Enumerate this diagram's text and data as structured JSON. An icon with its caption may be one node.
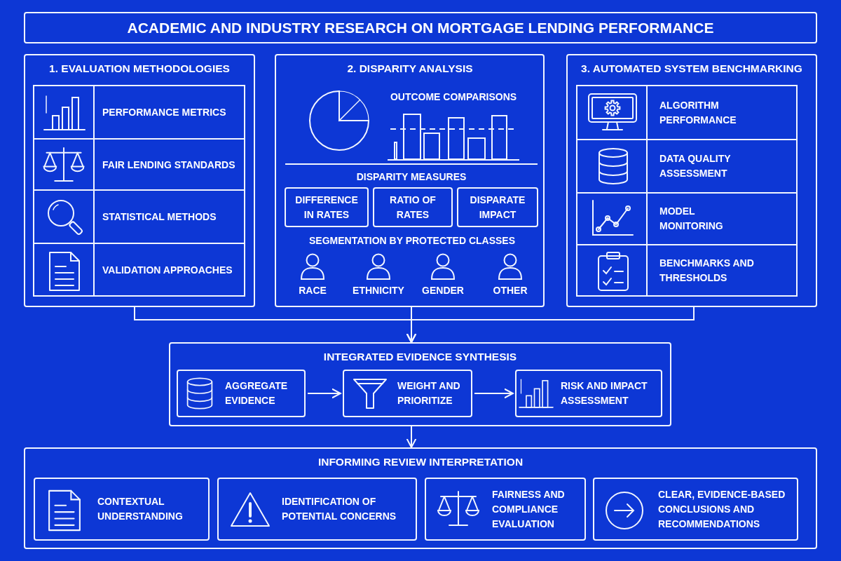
{
  "diagram": {
    "title": "ACADEMIC AND INDUSTRY RESEARCH ON MORTGAGE LENDING PERFORMANCE",
    "nodes": [
      {
        "text": [
          "1. EVALUATION METHODOLOGIES"
        ]
      },
      {
        "text": [
          "PERFORMANCE METRICS"
        ],
        "in": 0
      },
      {
        "text": [
          "FAIR LENDING STANDARDS"
        ],
        "in": 0
      },
      {
        "text": [
          "STATISTICAL METHODS"
        ],
        "in": 0
      },
      {
        "text": [
          "VALIDATION APPROACHES"
        ],
        "in": 0
      },
      {
        "text": [
          "2. DISPARITY ANALYSIS",
          "OUTCOME COMPARISONS",
          "DISPARITY MEASURES",
          "SEGMENTATION BY PROTECTED CLASSES",
          "RACE",
          "ETHNICITY",
          "GENDER",
          "OTHER"
        ]
      },
      {
        "text": [
          "DIFFERENCE IN RATES"
        ],
        "in": 5
      },
      {
        "text": [
          "RATIO OF RATES"
        ],
        "in": 5
      },
      {
        "text": [
          "DISPARATE IMPACT"
        ],
        "in": 5
      },
      {
        "text": [
          "3. AUTOMATED SYSTEM BENCHMARKING"
        ]
      },
      {
        "text": [
          "ALGORITHM PERFORMANCE"
        ],
        "in": 9
      },
      {
        "text": [
          "DATA QUALITY ASSESSMENT"
        ],
        "in": 9
      },
      {
        "text": [
          "MODEL MONITORING"
        ],
        "in": 9
      },
      {
        "text": [
          "BENCHMARKS AND THRESHOLDS"
        ],
        "in": 9
      },
      {
        "text": [
          "INTEGRATED EVIDENCE SYNTHESIS"
        ]
      },
      {
        "text": [
          "AGGREGATE EVIDENCE"
        ],
        "in": 14
      },
      {
        "text": [
          "WEIGHT AND PRIORITIZE"
        ],
        "in": 14
      },
      {
        "text": [
          "RISK AND IMPACT ASSESSMENT"
        ],
        "in": 14
      },
      {
        "text": [
          "INFORMING REVIEW INTERPRETATION"
        ]
      },
      {
        "text": [
          "CONTEXTUAL UNDERSTANDING"
        ],
        "in": 18
      },
      {
        "text": [
          "IDENTIFICATION OF POTENTIAL CONCERNS"
        ],
        "in": 18
      },
      {
        "text": [
          "FAIRNESS AND COMPLIANCE EVALUATION"
        ],
        "in": 18
      },
      {
        "text": [
          "CLEAR, EVIDENCE-BASED CONCLUSIONS AND RECOMMENDATIONS"
        ],
        "in": 18
      }
    ],
    "edges": [
      {
        "from": 0,
        "to": 14,
        "arrow": "to"
      },
      {
        "from": 5,
        "to": 14,
        "arrow": "to"
      },
      {
        "from": 9,
        "to": 14,
        "arrow": "to"
      },
      {
        "from": 15,
        "to": 16,
        "arrow": "to"
      },
      {
        "from": 16,
        "to": 17,
        "arrow": "to"
      },
      {
        "from": 14,
        "to": 18,
        "arrow": "to"
      }
    ]
  }
}
